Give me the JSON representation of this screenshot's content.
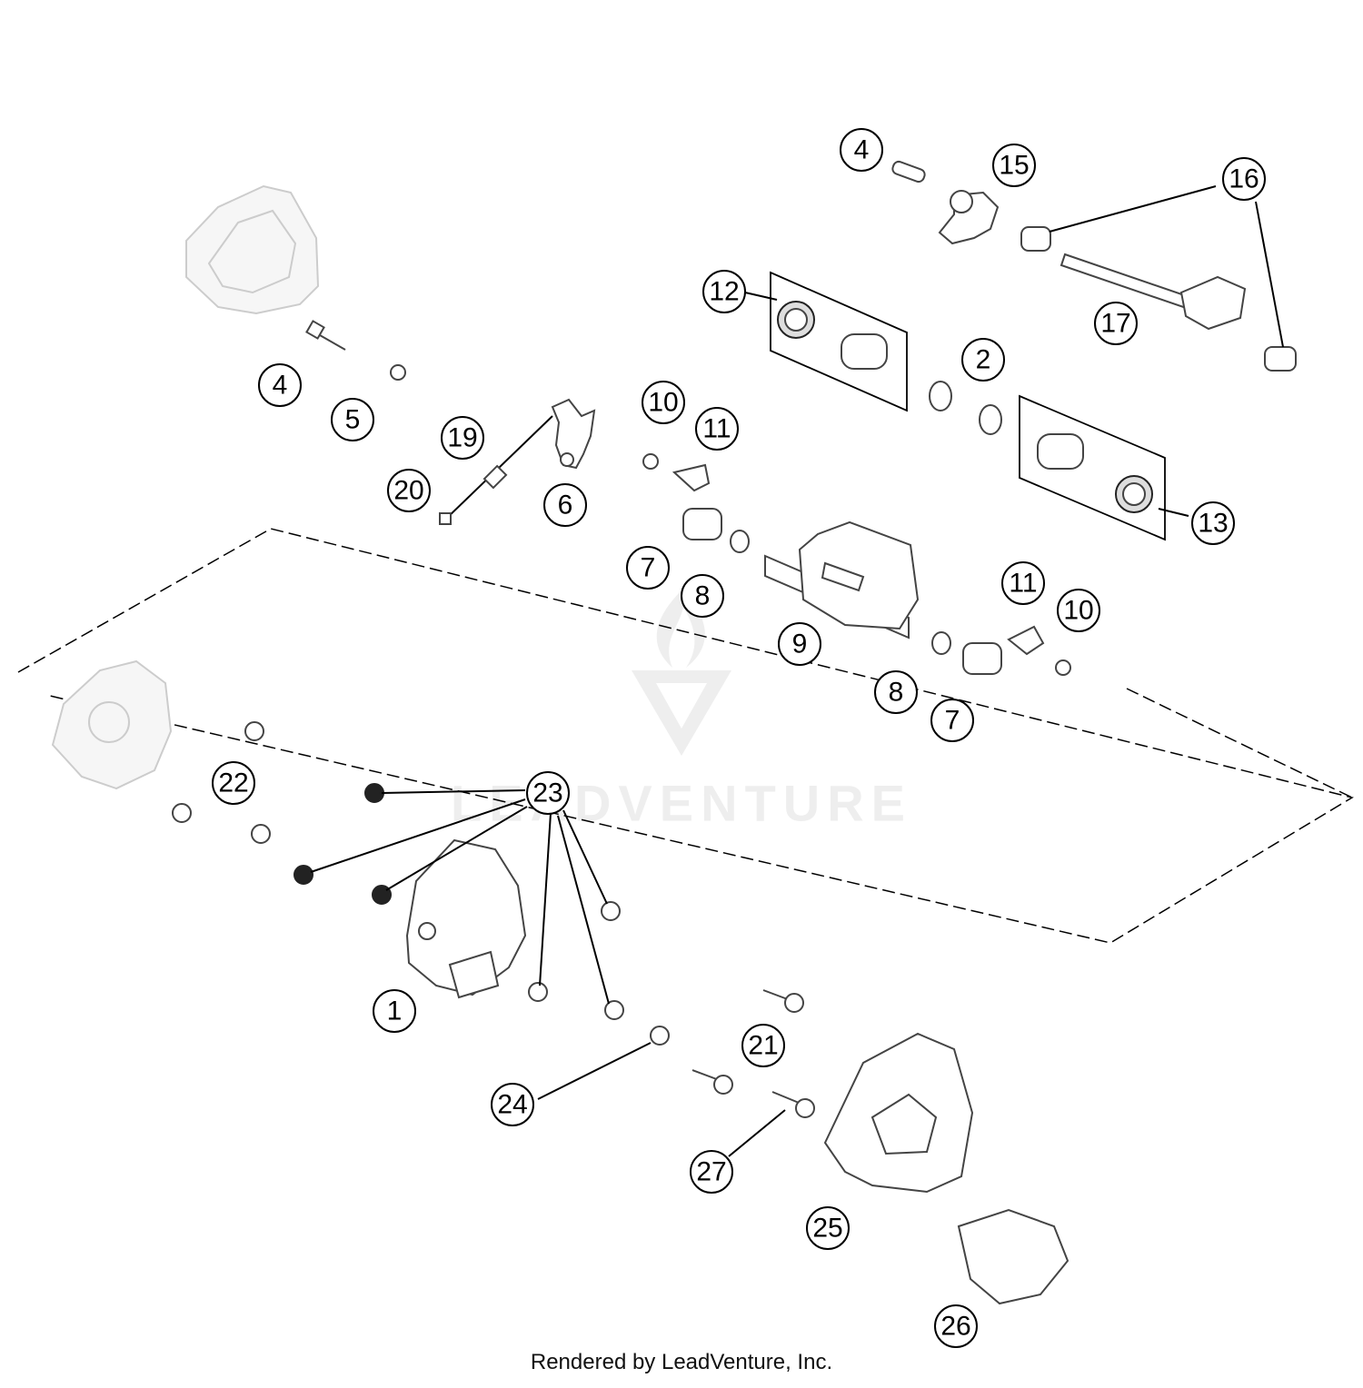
{
  "diagram": {
    "callouts": [
      "4",
      "15",
      "16",
      "12",
      "17",
      "2",
      "4",
      "5",
      "19",
      "10",
      "11",
      "20",
      "6",
      "13",
      "7",
      "8",
      "11",
      "10",
      "9",
      "8",
      "7",
      "22",
      "23",
      "1",
      "21",
      "24",
      "27",
      "25",
      "26"
    ]
  },
  "watermark": {
    "text": "LEADVENTURE"
  },
  "footer": {
    "text": "Rendered by LeadVenture, Inc."
  }
}
